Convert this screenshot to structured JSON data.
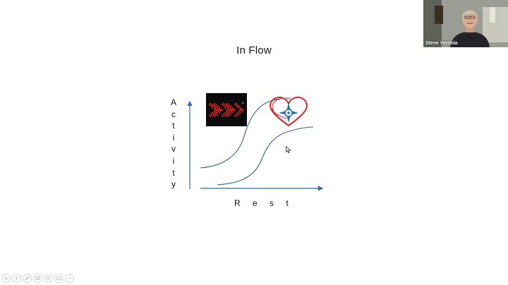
{
  "slide": {
    "title": "In Flow",
    "y_axis_letters": [
      "A",
      "c",
      "t",
      "i",
      "v",
      "i",
      "t",
      "y"
    ],
    "x_axis_label": "R e s t"
  },
  "video": {
    "participant_name": "Steve Ventola"
  },
  "icons": {
    "chevron_image": "red-chevrons-icon",
    "heart_logo": "heart-compass-icon",
    "cursor": "mouse-pointer-icon"
  },
  "colors": {
    "axis": "#2e6aa6",
    "curve": "#3a5f86",
    "heart": "#d22a2a",
    "compass": "#1f6fb5",
    "chevron": "#e02020"
  },
  "toolbar": {
    "buttons": [
      "previous-slide",
      "next-slide",
      "pen-tool",
      "slide-sorter",
      "zoom",
      "subtitles",
      "more-options"
    ]
  }
}
